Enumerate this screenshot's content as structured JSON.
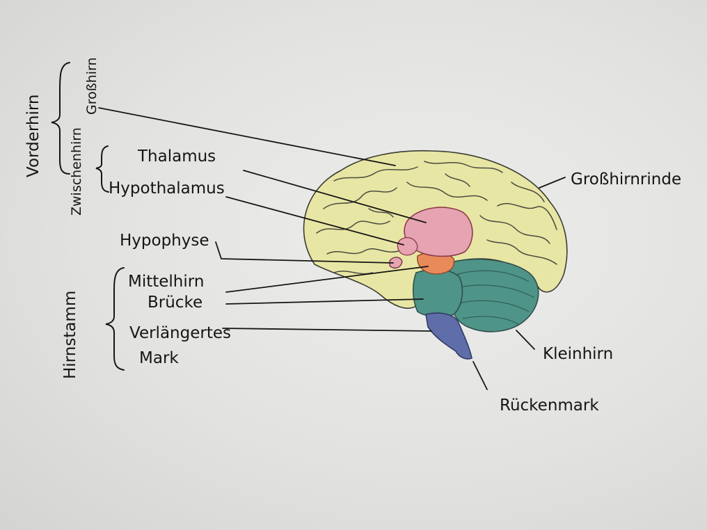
{
  "colors": {
    "paper": "#e6e6e4",
    "ink": "#151515",
    "cerebrum": "#e8e6a4",
    "thalamus": "#e6a3b2",
    "midbrain": "#e88a5a",
    "pons": "#4f9488",
    "cerebellum": "#4f9488",
    "medulla": "#5f6ea8"
  },
  "labels": {
    "vorderhirn": "Vorderhirn",
    "grosshirn": "Großhirn",
    "zwischenhirn": "Zwischenhirn",
    "thalamus": "Thalamus",
    "hypothalamus": "Hypothalamus",
    "hypophyse": "Hypophyse",
    "hirnstamm": "Hirnstamm",
    "mittelhirn": "Mittelhirn",
    "bruecke": "Brücke",
    "verlaengertes": "Verlängertes",
    "mark": "Mark",
    "grosshirnrinde": "Großhirnrinde",
    "kleinhirn": "Kleinhirn",
    "rueckenmark": "Rückenmark"
  }
}
